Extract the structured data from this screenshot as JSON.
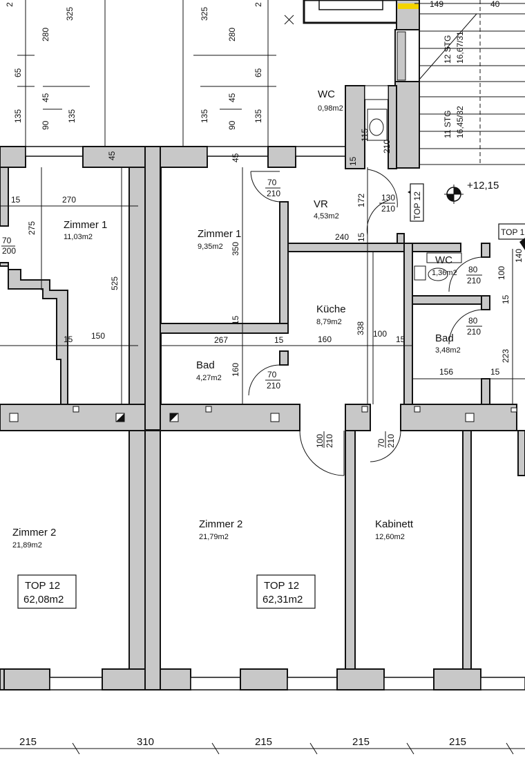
{
  "rooms": [
    {
      "name": "Zimmer 1",
      "area": "11,03m2"
    },
    {
      "name": "Zimmer 1",
      "area": "9,35m2"
    },
    {
      "name": "VR",
      "area": "4,53m2"
    },
    {
      "name": "WC",
      "area": "0,98m2"
    },
    {
      "name": "WC",
      "area": "1,36m2"
    },
    {
      "name": "Küche",
      "area": "8,79m2"
    },
    {
      "name": "Bad",
      "area": "4,27m2"
    },
    {
      "name": "Bad",
      "area": "3,48m2"
    },
    {
      "name": "Zimmer 2",
      "area": "21,89m2"
    },
    {
      "name": "Zimmer 2",
      "area": "21,79m2"
    },
    {
      "name": "Kabinett",
      "area": "12,60m2"
    }
  ],
  "units": [
    {
      "label": "TOP 12",
      "area": "62,08m2"
    },
    {
      "label": "TOP 12",
      "area": "62,31m2"
    }
  ],
  "top_tag": "TOP 12",
  "top_tag_partial": "TOP 1",
  "elevation": "+12,15",
  "stairs": [
    {
      "steps": "12 STG",
      "ratio": "16,67/31"
    },
    {
      "steps": "11 STG",
      "ratio": "16,45/32"
    }
  ],
  "doors": {
    "d70_210": [
      "70",
      "210"
    ],
    "d130_210": [
      "130",
      "210"
    ],
    "d80_210": [
      "80",
      "210"
    ],
    "d100_210": [
      "100",
      "210"
    ]
  },
  "dims": {
    "top_left_col": [
      "280",
      "65",
      "45",
      "135",
      "90",
      "135"
    ],
    "top_left_col_b": [
      "325",
      "2"
    ],
    "top_mid_col": [
      "325",
      "280",
      "65",
      "45",
      "135",
      "90",
      "135",
      "2"
    ],
    "top_right": [
      "149",
      "40"
    ],
    "z1_left": [
      "15",
      "270",
      "275",
      "525",
      "70",
      "200",
      "15",
      "150",
      "45"
    ],
    "z1_mid": [
      "350",
      "15",
      "267",
      "15",
      "160",
      "45"
    ],
    "vr": [
      "172",
      "240",
      "15",
      "115",
      "210",
      "15"
    ],
    "kitchen": [
      "160",
      "338",
      "100",
      "15"
    ],
    "right": [
      "140",
      "100",
      "15",
      "223",
      "156",
      "15"
    ],
    "bottom": [
      "215",
      "310",
      "215",
      "215",
      "215"
    ]
  }
}
